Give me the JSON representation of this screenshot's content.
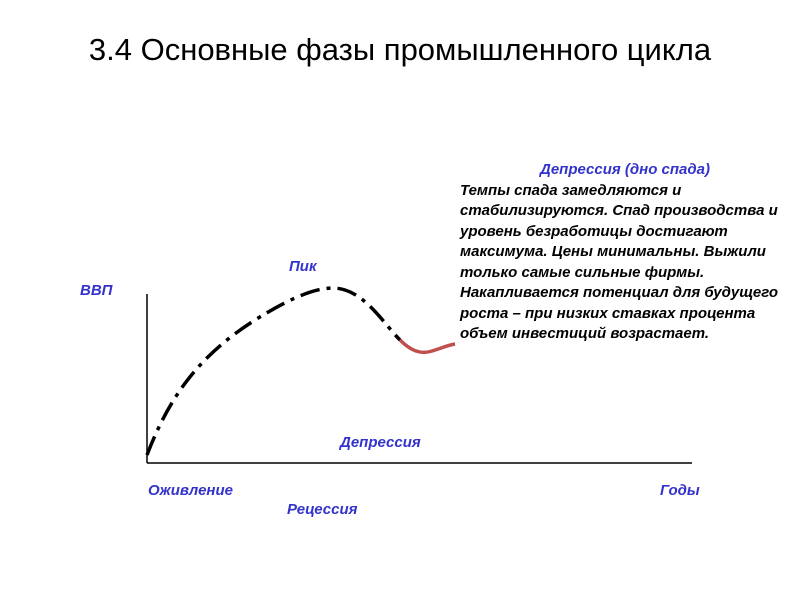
{
  "title": "3.4 Основные фазы промышленного цикла",
  "labels": {
    "y_axis": "ВВП",
    "x_axis": "Годы",
    "peak": "Пик",
    "recovery": "Оживление",
    "recession": "Рецессия",
    "depression": "Депрессия"
  },
  "description": {
    "heading": "Депрессия (дно спада)",
    "body": "Темпы спада замедляются и стабилизируются. Спад производства и уровень безработицы достигают максимума. Цены минимальны. Выжили только самые сильные фирмы. Накапливается потенциал для будущего роста – при низких ставках процента объем инвестиций возрастает."
  },
  "colors": {
    "label_text": "#3333cc",
    "curve": "#000000",
    "depression_segment": "#c0504d"
  }
}
